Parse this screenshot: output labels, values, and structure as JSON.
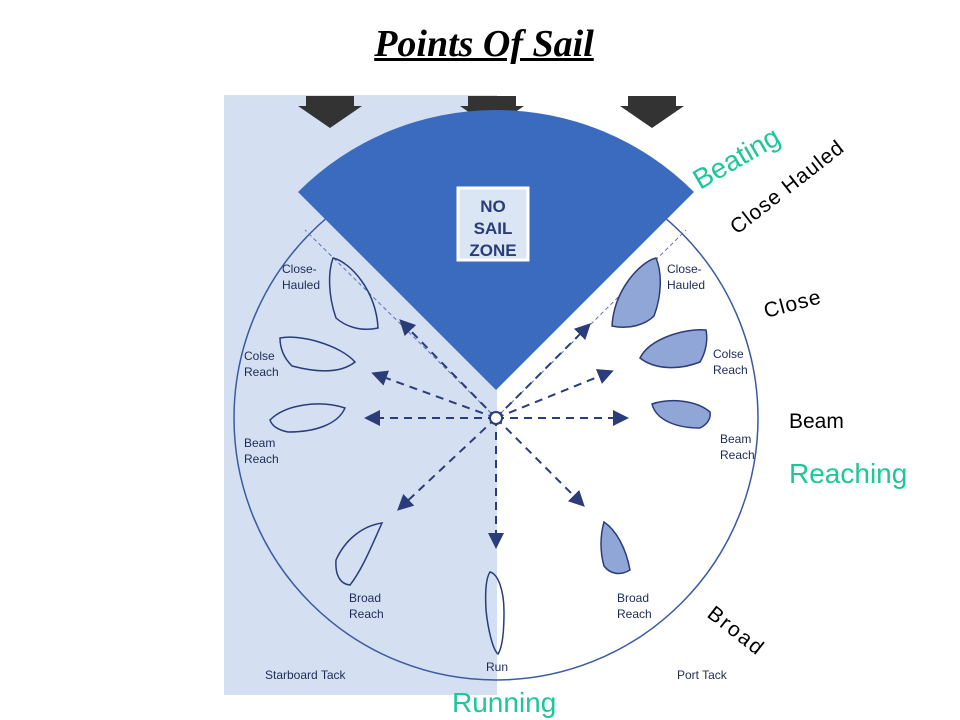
{
  "title": "Points Of Sail",
  "colors": {
    "no_sail_zone": "#3b6bbf",
    "starboard_panel": "#d4e0f2",
    "green_label": "#1ec79a"
  },
  "diagram": {
    "zone_label": [
      "NO",
      "SAIL",
      "ZONE"
    ],
    "starboard": {
      "tack": "Starboard Tack",
      "close_hauled": [
        "Close-",
        "Hauled"
      ],
      "close_reach": [
        "Colse",
        "Reach"
      ],
      "beam_reach": [
        "Beam",
        "Reach"
      ],
      "broad_reach": [
        "Broad",
        "Reach"
      ]
    },
    "port": {
      "tack": "Port Tack",
      "close_hauled": [
        "Close-",
        "Hauled"
      ],
      "close_reach": [
        "Colse",
        "Reach"
      ],
      "beam_reach": [
        "Beam",
        "Reach"
      ],
      "broad_reach": [
        "Broad",
        "Reach"
      ]
    },
    "run": "Run"
  },
  "overlay": {
    "beating": "Beating",
    "close_hauled": "Close Hauled",
    "close": "Close",
    "beam": "Beam",
    "reaching": "Reaching",
    "broad": "Broad",
    "running": "Running"
  }
}
